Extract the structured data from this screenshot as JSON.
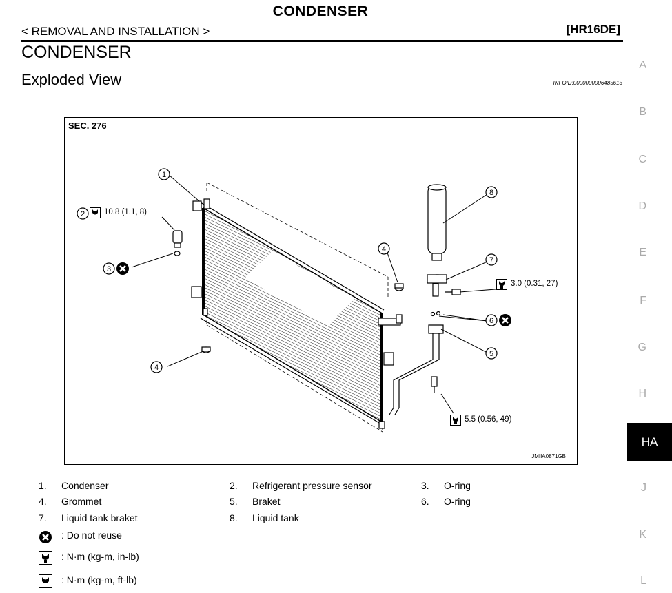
{
  "header": {
    "top_title": "CONDENSER",
    "section": "< REMOVAL AND INSTALLATION >",
    "engine": "[HR16DE]",
    "heading": "CONDENSER",
    "subheading": "Exploded View",
    "infoid": "INFOID:0000000006485613"
  },
  "diagram": {
    "sec_label": "SEC. 276",
    "figure_id": "JMIIA0871GB",
    "callouts": {
      "c1": "1",
      "c2": "2",
      "c3": "3",
      "c4a": "4",
      "c4b": "4",
      "c5": "5",
      "c6": "6",
      "c7": "7",
      "c8": "8"
    },
    "torques": {
      "t2": "10.8 (1.1, 8)",
      "t7": "3.0 (0.31, 27)",
      "t5": "5.5 (0.56, 49)"
    }
  },
  "parts": [
    {
      "num": "1.",
      "name": "Condenser"
    },
    {
      "num": "2.",
      "name": "Refrigerant pressure sensor"
    },
    {
      "num": "3.",
      "name": "O-ring"
    },
    {
      "num": "4.",
      "name": "Grommet"
    },
    {
      "num": "5.",
      "name": "Braket"
    },
    {
      "num": "6.",
      "name": "O-ring"
    },
    {
      "num": "7.",
      "name": "Liquid tank braket"
    },
    {
      "num": "8.",
      "name": "Liquid tank"
    }
  ],
  "legend": {
    "do_not_reuse": ": Do not reuse",
    "nm_in_lb": ": N·m (kg-m, in-lb)",
    "nm_ft_lb": ": N·m (kg-m, ft-lb)"
  },
  "side_tabs": [
    "A",
    "B",
    "C",
    "D",
    "E",
    "F",
    "G",
    "H",
    "HA",
    "J",
    "K",
    "L"
  ],
  "active_tab": "HA"
}
